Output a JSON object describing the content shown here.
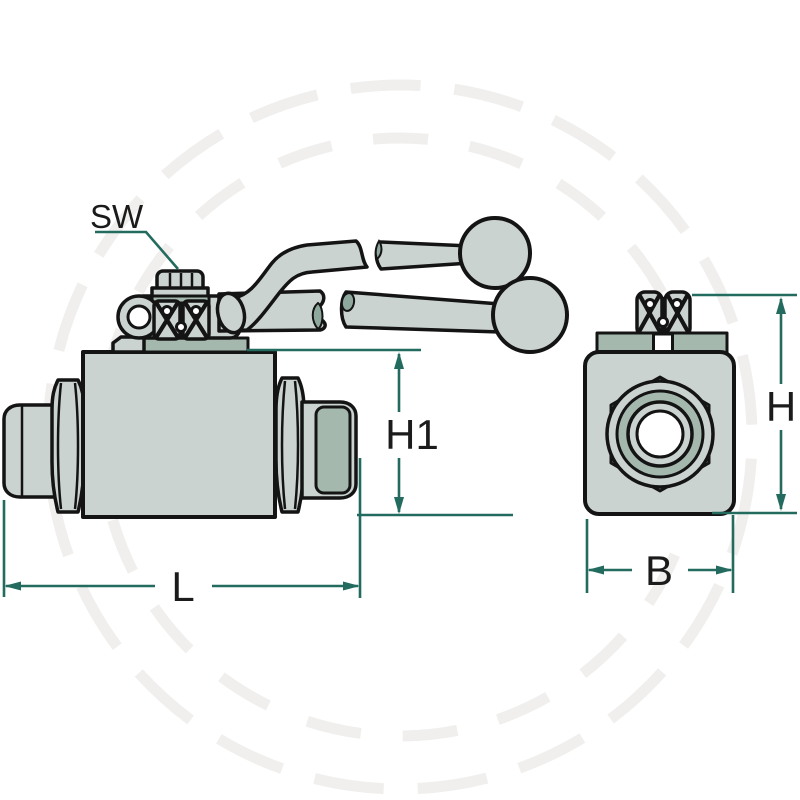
{
  "drawing": {
    "labels": {
      "sw": "SW",
      "h1": "H1",
      "length": "L",
      "height": "H",
      "width": "B"
    }
  },
  "colors": {
    "part-fill": "#cbd3d0",
    "part-dark": "#a4b8ae",
    "part-deep": "#8fa89e",
    "outline": "#141414",
    "dim-color": "#226b5e",
    "text-color": "#1b1b1b",
    "watermark": "#f0efed",
    "background": "#ffffff"
  }
}
